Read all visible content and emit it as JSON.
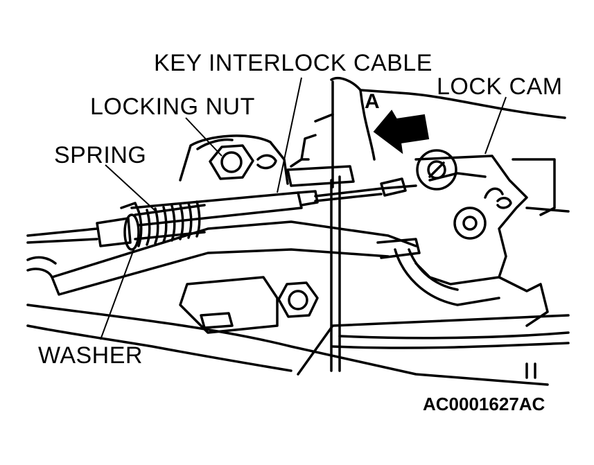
{
  "labels": {
    "key_interlock_cable": "KEY INTERLOCK CABLE",
    "lock_cam": "LOCK CAM",
    "locking_nut": "LOCKING NUT",
    "spring": "SPRING",
    "washer": "WASHER",
    "view_arrow": "A"
  },
  "figure_id": "AC0001627AC",
  "colors": {
    "ink": "#000000",
    "paper": "#ffffff"
  }
}
